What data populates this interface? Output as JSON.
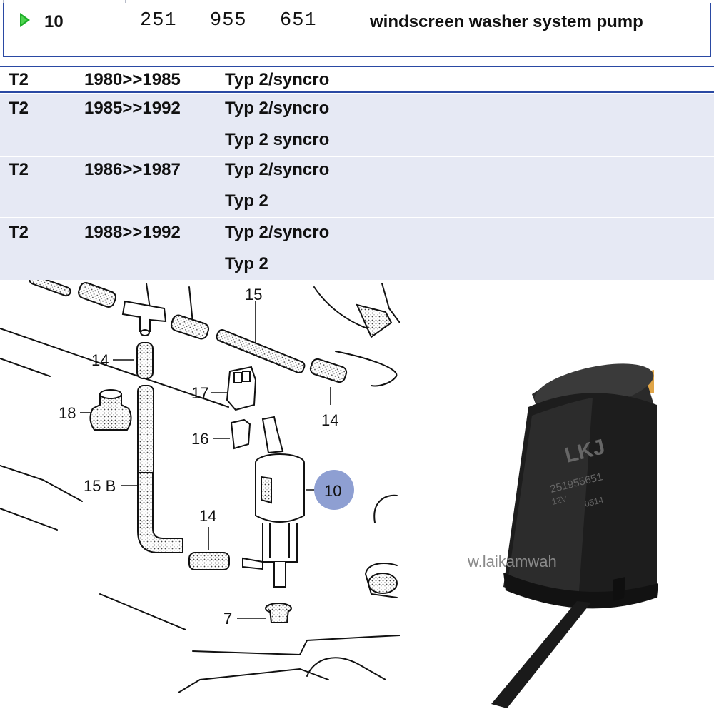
{
  "part": {
    "position": "10",
    "number": "251  955  651",
    "description": "windscreen washer system pump",
    "marker_icon": "play-icon",
    "marker_color": "#1fae2a"
  },
  "applications": [
    {
      "model": "T2",
      "years": "1980>>1985",
      "types": [
        "Typ 2/syncro"
      ]
    },
    {
      "model": "T2",
      "years": "1985>>1992",
      "types": [
        "Typ 2/syncro",
        "Typ 2 syncro"
      ]
    },
    {
      "model": "T2",
      "years": "1986>>1987",
      "types": [
        "Typ 2/syncro",
        "Typ 2"
      ]
    },
    {
      "model": "T2",
      "years": "1988>>1992",
      "types": [
        "Typ 2/syncro",
        "Typ 2"
      ]
    }
  ],
  "diagram": {
    "callouts": [
      "15",
      "14",
      "17",
      "18",
      "14",
      "16",
      "15 B",
      "10",
      "14",
      "7"
    ],
    "highlight_color": "#8e9fd2"
  },
  "photo": {
    "brand_mark": "LKJ",
    "printed_number": "251955651",
    "printed_voltage": "12V",
    "printed_code": "0514",
    "watermark": "w.laikamwah"
  },
  "colors": {
    "row_border": "#2a49a3",
    "row_shade": "#e6e9f4"
  }
}
